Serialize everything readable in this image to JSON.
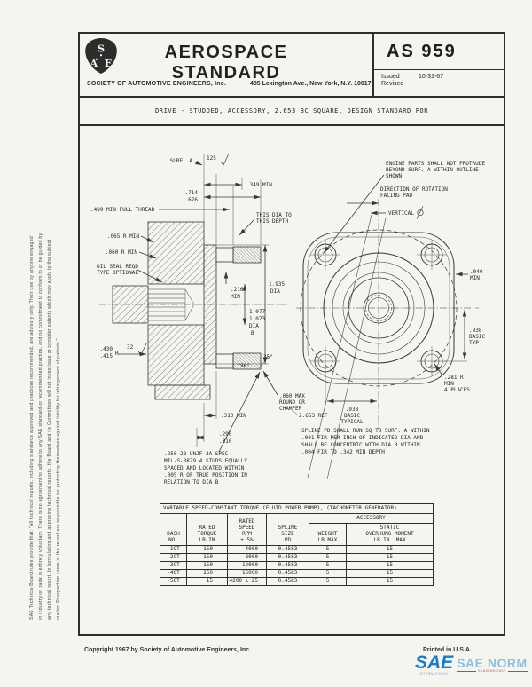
{
  "page": {
    "bg_color": "#f5f4ef",
    "ink_color": "#2e2e2e"
  },
  "disclaimer_lines": [
    "SAE Technical Board rules provide that: \"All technical reports, including standards approved and practices recommended, are advisory only. Their use by anyone engaged",
    "in industry or trade is entirely voluntary. There is no agreement to adhere to any SAE standard or recommended practice, and no commitment to conform to or be guided by",
    "any technical report. In formulating and approving technical reports, the Board and its Committees will not investigate or consider patents which may apply to the subject",
    "matter. Prospective users of the report are responsible for protecting themselves against liability for infringement of patents.\""
  ],
  "header": {
    "logo": {
      "s": "S",
      "a": "A",
      "e": "E"
    },
    "title": "AEROSPACE STANDARD",
    "doc_number": "AS 959",
    "society": "SOCIETY OF AUTOMOTIVE ENGINEERS, Inc.",
    "address": "485 Lexington Ave., New York, N.Y. 10017",
    "issued_label": "Issued",
    "issued_date": "10-31-67",
    "revised_label": "Revised",
    "revised_date": ""
  },
  "subject_title": "DRIVE - STUDDED, ACCESSORY, 2.653 BC SQUARE, DESIGN STANDARD FOR",
  "drawing": {
    "surf_a": "SURF. A",
    "finish_125": "125",
    "finish_32": "32",
    "dim_349": ".349 MIN",
    "dim_714": ".714",
    "dim_676": ".676",
    "full_thread_note": ".489 MIN FULL THREAD",
    "r_065": ".065 R MIN",
    "r_060": ".060 R MIN",
    "oil_seal_note": [
      "OIL SEAL REQD",
      "TYPE OPTIONAL"
    ],
    "this_dia_note": [
      "THIS DIA TO",
      "THIS DEPTH"
    ],
    "dim_216": [
      ".216",
      "MIN"
    ],
    "dia_1935": [
      "1.935",
      "DIA"
    ],
    "dia_b": [
      "1.077",
      "1.073",
      "DIA",
      "B"
    ],
    "dim_430": [
      ".430",
      ".415"
    ],
    "dim_430_flag": "R",
    "angle_26": "26°",
    "angle_35": "35°",
    "round_chamfer_note": [
      ".060 MAX",
      "ROUND OR",
      "CHAMFER"
    ],
    "dim_310": ".310 MIN",
    "dim_290": [
      ".290",
      ".310"
    ],
    "stud_note": [
      ".250-28 UNJF-3A SPEC",
      "MIL-S-8879 4 STUDS EQUALLY",
      "SPACED AND LOCATED WITHIN",
      ".005 R OF TRUE POSITION IN",
      "RELATION TO DIA B"
    ],
    "engine_parts_note": [
      "ENGINE PARTS SHALL NOT PROTRUDE",
      "BEYOND SURF. A WITHIN OUTLINE",
      "SHOWN"
    ],
    "rotation_note": [
      "DIRECTION OF ROTATION",
      "FACING PAD"
    ],
    "vertical_label": "VERTICAL",
    "dim_040": [
      ".040",
      "MIN"
    ],
    "dim_938_typ": [
      ".938",
      "BASIC",
      "TYP"
    ],
    "r_281": [
      ".281 R",
      "MIN",
      "4 PLACES"
    ],
    "dim_938_typical": [
      ".938",
      "BASIC",
      "TYPICAL"
    ],
    "dim_2653": "2.653 REF",
    "spline_note": [
      "SPLINE PD SHALL RUN SQ TO SURF. A WITHIN",
      ".001 FIR PER INCH OF INDICATED DIA AND",
      "SHALL BE CONCENTRIC WITH DIA B WITHIN",
      ".004 FIR TO .342 MIN DEPTH"
    ]
  },
  "table": {
    "title": "VARIABLE SPEED-CONSTANT TORQUE (FLUID POWER PUMP), (TACHOMETER GENERATOR)",
    "accessory_group_label": "ACCESSORY",
    "col_dash": "DASH\nNO.",
    "col_torque": "RATED\nTORQUE\nLB IN",
    "col_speed": "RATED\nSPEED\nRPM\n± 5%",
    "col_spline": "SPLINE\nSIZE\nPD",
    "col_weight": "WEIGHT\nLB MAX",
    "col_moment": "STATIC\nOVERHUNG MOMENT\nLB IN. MAX",
    "rows": [
      [
        "-1CT",
        "150",
        "4000",
        "0.4583",
        "5",
        "15"
      ],
      [
        "-2CT",
        "150",
        "8000",
        "0.4583",
        "5",
        "15"
      ],
      [
        "-3CT",
        "150",
        "12000",
        "0.4583",
        "5",
        "15"
      ],
      [
        "-4CT",
        "150",
        "16000",
        "0.4583",
        "5",
        "15"
      ],
      [
        "-5CT",
        "15",
        "4200 ± 25",
        "0.4583",
        "5",
        "15"
      ]
    ]
  },
  "footer": {
    "copyright": "Copyright 1967 by Society of Automotive Engineers, Inc.",
    "printed": "Printed in U.S.A.",
    "stamp": {
      "sae": "SAE",
      "sae_sub": "INTERNATIONAL",
      "norm": "SAE NORM",
      "norm_sub": "KUNDENDIENST",
      "blue": "#1d7dc4",
      "light_blue": "#8fc0de",
      "red": "#c44433"
    }
  }
}
